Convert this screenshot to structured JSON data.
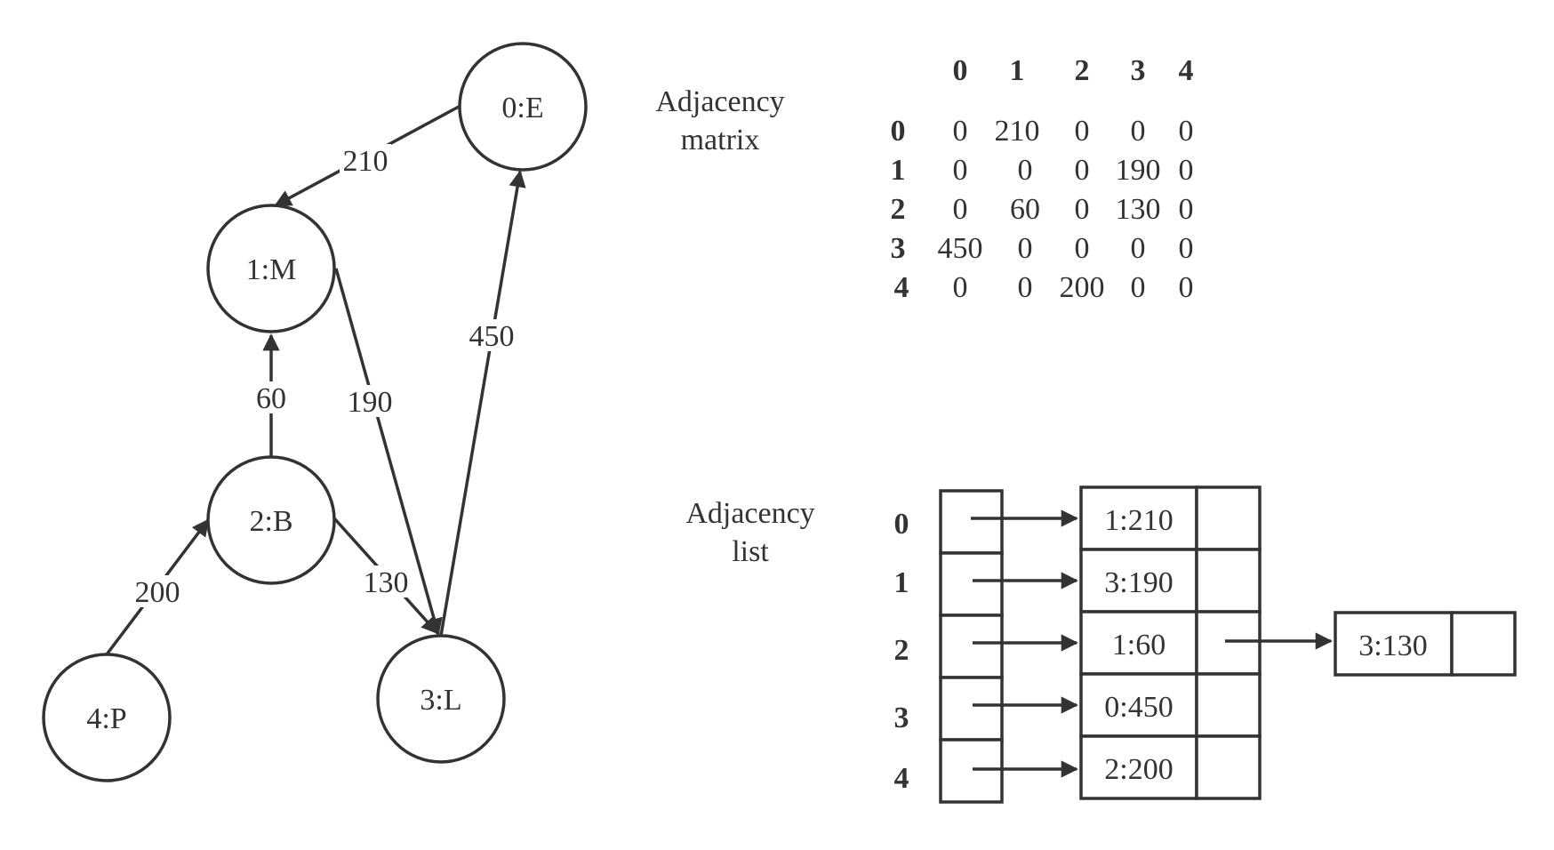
{
  "graph": {
    "nodes": [
      {
        "id": 0,
        "label": "0:E"
      },
      {
        "id": 1,
        "label": "1:M"
      },
      {
        "id": 2,
        "label": "2:B"
      },
      {
        "id": 3,
        "label": "3:L"
      },
      {
        "id": 4,
        "label": "4:P"
      }
    ],
    "edges": [
      {
        "from": 0,
        "to": 1,
        "weight": "210"
      },
      {
        "from": 1,
        "to": 3,
        "weight": "190"
      },
      {
        "from": 2,
        "to": 1,
        "weight": "60"
      },
      {
        "from": 2,
        "to": 3,
        "weight": "130"
      },
      {
        "from": 3,
        "to": 0,
        "weight": "450"
      },
      {
        "from": 4,
        "to": 2,
        "weight": "200"
      }
    ]
  },
  "matrix": {
    "heading_line1": "Adjacency",
    "heading_line2": "matrix",
    "col_headers": [
      "0",
      "1",
      "2",
      "3",
      "4"
    ],
    "row_headers": [
      "0",
      "1",
      "2",
      "3",
      "4"
    ],
    "rows": [
      [
        "0",
        "210",
        "0",
        "0",
        "0"
      ],
      [
        "0",
        "0",
        "0",
        "190",
        "0"
      ],
      [
        "0",
        "60",
        "0",
        "130",
        "0"
      ],
      [
        "450",
        "0",
        "0",
        "0",
        "0"
      ],
      [
        "0",
        "0",
        "200",
        "0",
        "0"
      ]
    ]
  },
  "adjacency_list": {
    "heading_line1": "Adjacency",
    "heading_line2": "list",
    "indices": [
      "0",
      "1",
      "2",
      "3",
      "4"
    ],
    "first_entries": [
      "1:210",
      "3:190",
      "1:60",
      "0:450",
      "2:200"
    ],
    "extra_entries": [
      {
        "row": 2,
        "label": "3:130"
      }
    ]
  },
  "colors": {
    "line": "#333333",
    "background": "#ffffff"
  }
}
